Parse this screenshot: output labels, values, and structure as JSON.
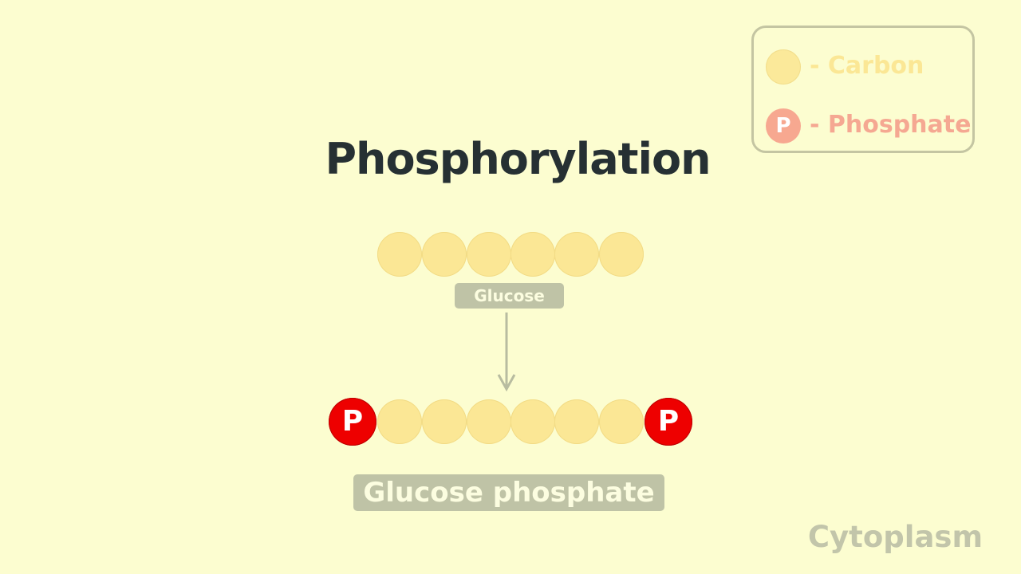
{
  "title": "Phosphorylation",
  "legend": {
    "carbon_label": "- Carbon",
    "phosphate_label": "- Phosphate",
    "phosphate_symbol": "P"
  },
  "glucose": {
    "label": "Glucose",
    "carbon_count": 6
  },
  "product": {
    "label": "Glucose phosphate",
    "left_symbol": "P",
    "right_symbol": "P"
  },
  "location": "Cytoplasm",
  "colors": {
    "background": "#fcfdd0",
    "carbon": "#fbe795",
    "phosphate": "#ee0000",
    "tag": "#bfc3a6"
  }
}
